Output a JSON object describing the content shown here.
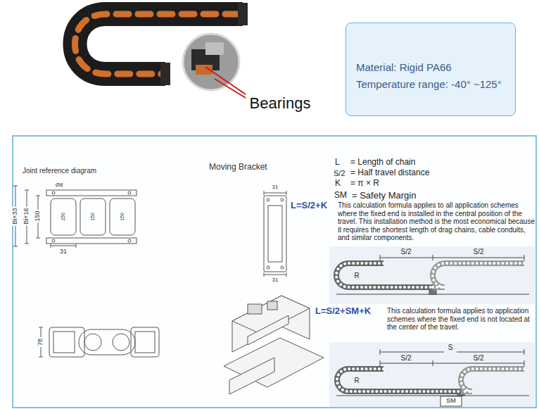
{
  "diagram": {
    "nodes": [
      {
        "text": [
          "Material: Rigid PA66",
          "Temperature range: -40° ~125°"
        ]
      }
    ],
    "labels": [
      "Bearings",
      "Joint reference diagram",
      "Ø8",
      "Bi+33",
      "Bi+16",
      "150",
      "150",
      "150",
      "150",
      "31",
      "Moving Bracket",
      "31",
      "31",
      "78",
      "L",
      "= Length of chain",
      "S/2",
      "= Half travel distance",
      "K",
      "= π × R",
      "SM",
      "= Safety Margin",
      "L=S/2+K",
      "This calculation formula applies to all application schemes where the fixed end is installed in the central position of the travel. This installation method is the most economical because it requires the shortest length of drag chains, cable conduits, and similar components.",
      "S/2",
      "S/2",
      "R",
      "L=S/2+SM+K",
      "This calculation formula applies to application schemes where the fixed end is not located at the center of the travel.",
      "S",
      "S/2",
      "S/2",
      "R",
      "SM"
    ]
  }
}
